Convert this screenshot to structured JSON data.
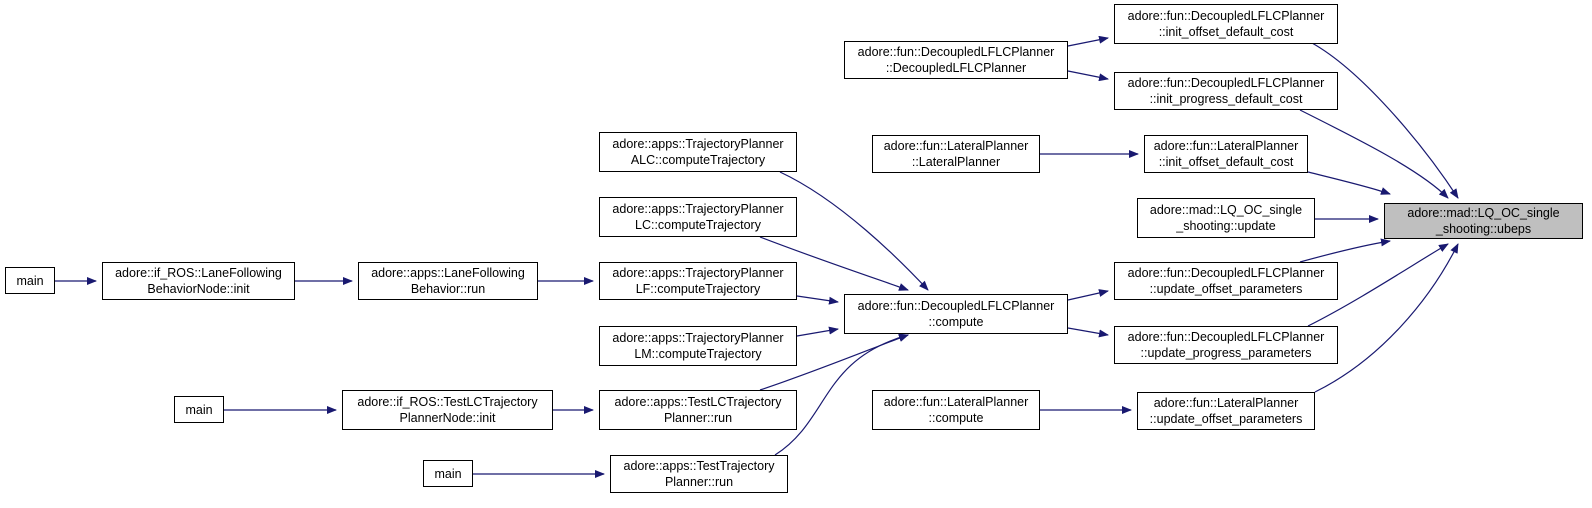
{
  "graph": {
    "colors": {
      "edge": "#191970",
      "target_fill": "#bfbfbf",
      "node_fill": "#ffffff",
      "border": "#000000"
    },
    "nodes": {
      "target": [
        "adore::mad::LQ_OC_single",
        "_shooting::ubeps"
      ],
      "init_offset_default_cost": [
        "adore::fun::DecoupledLFLCPlanner",
        "::init_offset_default_cost"
      ],
      "decoupled_ctor": [
        "adore::fun::DecoupledLFLCPlanner",
        "::DecoupledLFLCPlanner"
      ],
      "init_progress_default_cost": [
        "adore::fun::DecoupledLFLCPlanner",
        "::init_progress_default_cost"
      ],
      "lateral_init_offset": [
        "adore::fun::LateralPlanner",
        "::init_offset_default_cost"
      ],
      "lateral_ctor": [
        "adore::fun::LateralPlanner",
        "::LateralPlanner"
      ],
      "lq_update": [
        "adore::mad::LQ_OC_single",
        "_shooting::update"
      ],
      "update_offset_parameters": [
        "adore::fun::DecoupledLFLCPlanner",
        "::update_offset_parameters"
      ],
      "update_progress_parameters": [
        "adore::fun::DecoupledLFLCPlanner",
        "::update_progress_parameters"
      ],
      "lateral_update_offset": [
        "adore::fun::LateralPlanner",
        "::update_offset_parameters"
      ],
      "lateral_compute": [
        "adore::fun::LateralPlanner",
        "::compute"
      ],
      "decoupled_compute": [
        "adore::fun::DecoupledLFLCPlanner",
        "::compute"
      ],
      "tp_alc": [
        "adore::apps::TrajectoryPlanner",
        "ALC::computeTrajectory"
      ],
      "tp_lc": [
        "adore::apps::TrajectoryPlanner",
        "LC::computeTrajectory"
      ],
      "tp_lf": [
        "adore::apps::TrajectoryPlanner",
        "LF::computeTrajectory"
      ],
      "tp_lm": [
        "adore::apps::TrajectoryPlanner",
        "LM::computeTrajectory"
      ],
      "test_lc_run": [
        "adore::apps::TestLCTrajectory",
        "Planner::run"
      ],
      "test_tp_run": [
        "adore::apps::TestTrajectory",
        "Planner::run"
      ],
      "lfb_run": [
        "adore::apps::LaneFollowing",
        "Behavior::run"
      ],
      "lfb_node_init": [
        "adore::if_ROS::LaneFollowing",
        "BehaviorNode::init"
      ],
      "test_lc_node_init": [
        "adore::if_ROS::TestLCTrajectory",
        "PlannerNode::init"
      ],
      "main_1": [
        "main"
      ],
      "main_2": [
        "main"
      ],
      "main_3": [
        "main"
      ]
    }
  }
}
